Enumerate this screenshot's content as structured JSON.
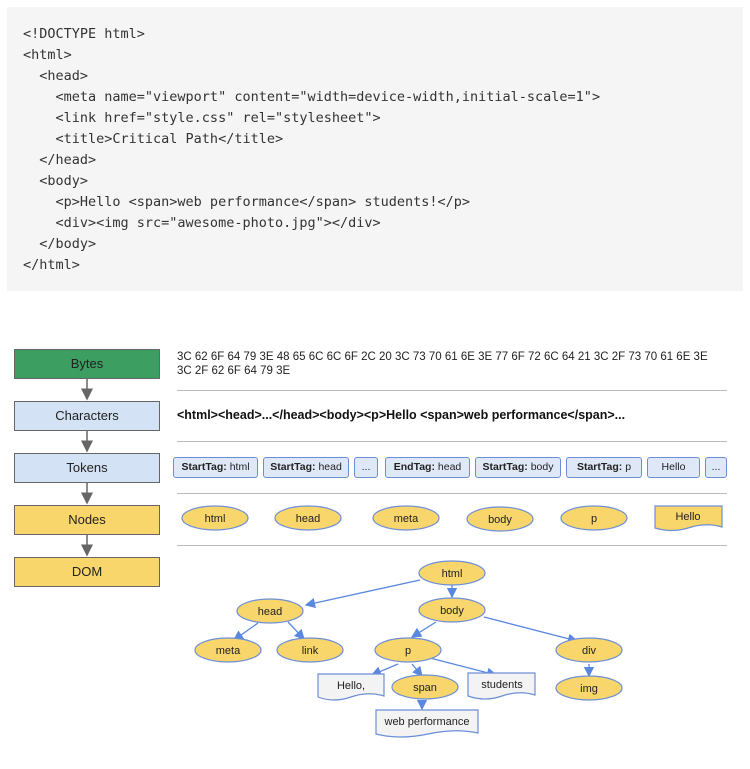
{
  "code": {
    "lines": [
      "<!DOCTYPE html>",
      "<html>",
      "  <head>",
      "    <meta name=\"viewport\" content=\"width=device-width,initial-scale=1\">",
      "    <link href=\"style.css\" rel=\"stylesheet\">",
      "    <title>Critical Path</title>",
      "  </head>",
      "  <body>",
      "    <p>Hello <span>web performance</span> students!</p>",
      "    <div><img src=\"awesome-photo.jpg\"></div>",
      "  </body>",
      "</html>"
    ]
  },
  "stages": {
    "bytes": "Bytes",
    "characters": "Characters",
    "tokens": "Tokens",
    "nodes": "Nodes",
    "dom": "DOM"
  },
  "bytes_text": "3C 62 6F 64 79 3E 48 65 6C 6C 6F 2C 20 3C 73 70 61 6E 3E 77 6F 72 6C 64 21 3C 2F 73 70 61 6E 3E 3C 2F 62 6F 64 79 3E",
  "characters_text": "<html><head>...</head><body><p>Hello <span>web performance</span>...",
  "tokens": [
    {
      "kind": "StartTag:",
      "value": "html"
    },
    {
      "kind": "StartTag:",
      "value": "head"
    },
    {
      "kind": "",
      "value": "..."
    },
    {
      "kind": "EndTag:",
      "value": "head"
    },
    {
      "kind": "StartTag:",
      "value": "body"
    },
    {
      "kind": "StartTag:",
      "value": "p"
    },
    {
      "kind": "",
      "value": "Hello"
    },
    {
      "kind": "",
      "value": "..."
    }
  ],
  "nodes": [
    "html",
    "head",
    "meta",
    "body",
    "p",
    "Hello"
  ],
  "dom": {
    "html": "html",
    "head": "head",
    "body": "body",
    "meta": "meta",
    "link": "link",
    "p": "p",
    "div": "div",
    "hello": "Hello,",
    "span": "span",
    "students": "students",
    "img": "img",
    "web_performance": "web performance"
  },
  "colors": {
    "code_bg": "#f5f5f5",
    "bytes_stage": "#3d9e62",
    "char_token_stage": "#d4e2f5",
    "node_stage": "#f8d66c",
    "node_fill": "#f8d66c",
    "node_stroke": "#6d8fd6",
    "arrow": "#5a87e0"
  }
}
